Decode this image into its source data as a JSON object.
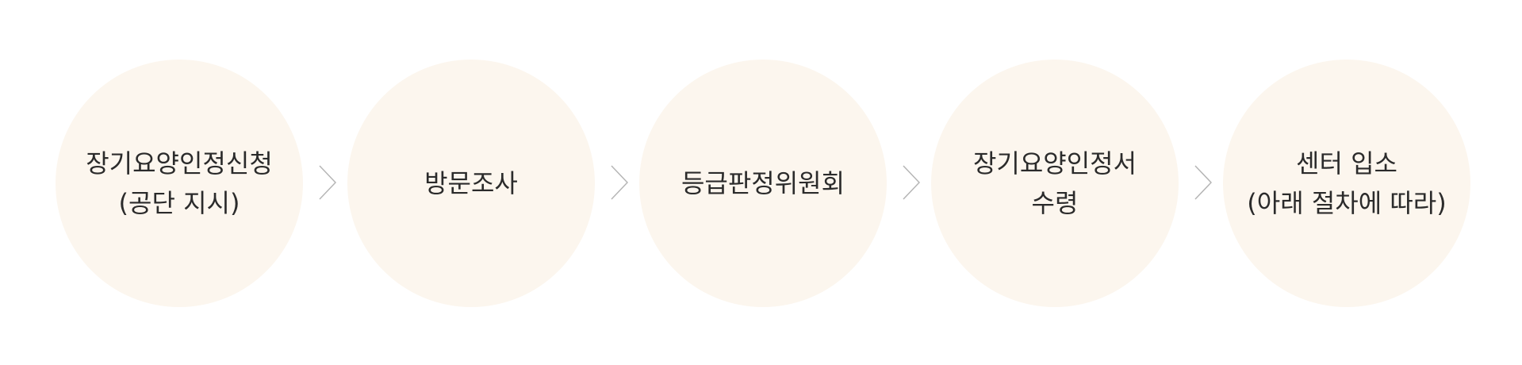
{
  "steps": [
    {
      "lines": [
        "장기요양인정신청",
        "(공단 지시)"
      ]
    },
    {
      "lines": [
        "방문조사"
      ]
    },
    {
      "lines": [
        "등급판정위원회"
      ]
    },
    {
      "lines": [
        "장기요양인정서",
        "수령"
      ]
    },
    {
      "lines": [
        "센터 입소",
        "(아래 절차에 따라)"
      ]
    }
  ],
  "colors": {
    "circle_fill": "#fcf6ee",
    "text": "#2b2b2b",
    "arrow": "#b5b5b5"
  },
  "icons": {
    "connector": "chevron-right-icon"
  }
}
